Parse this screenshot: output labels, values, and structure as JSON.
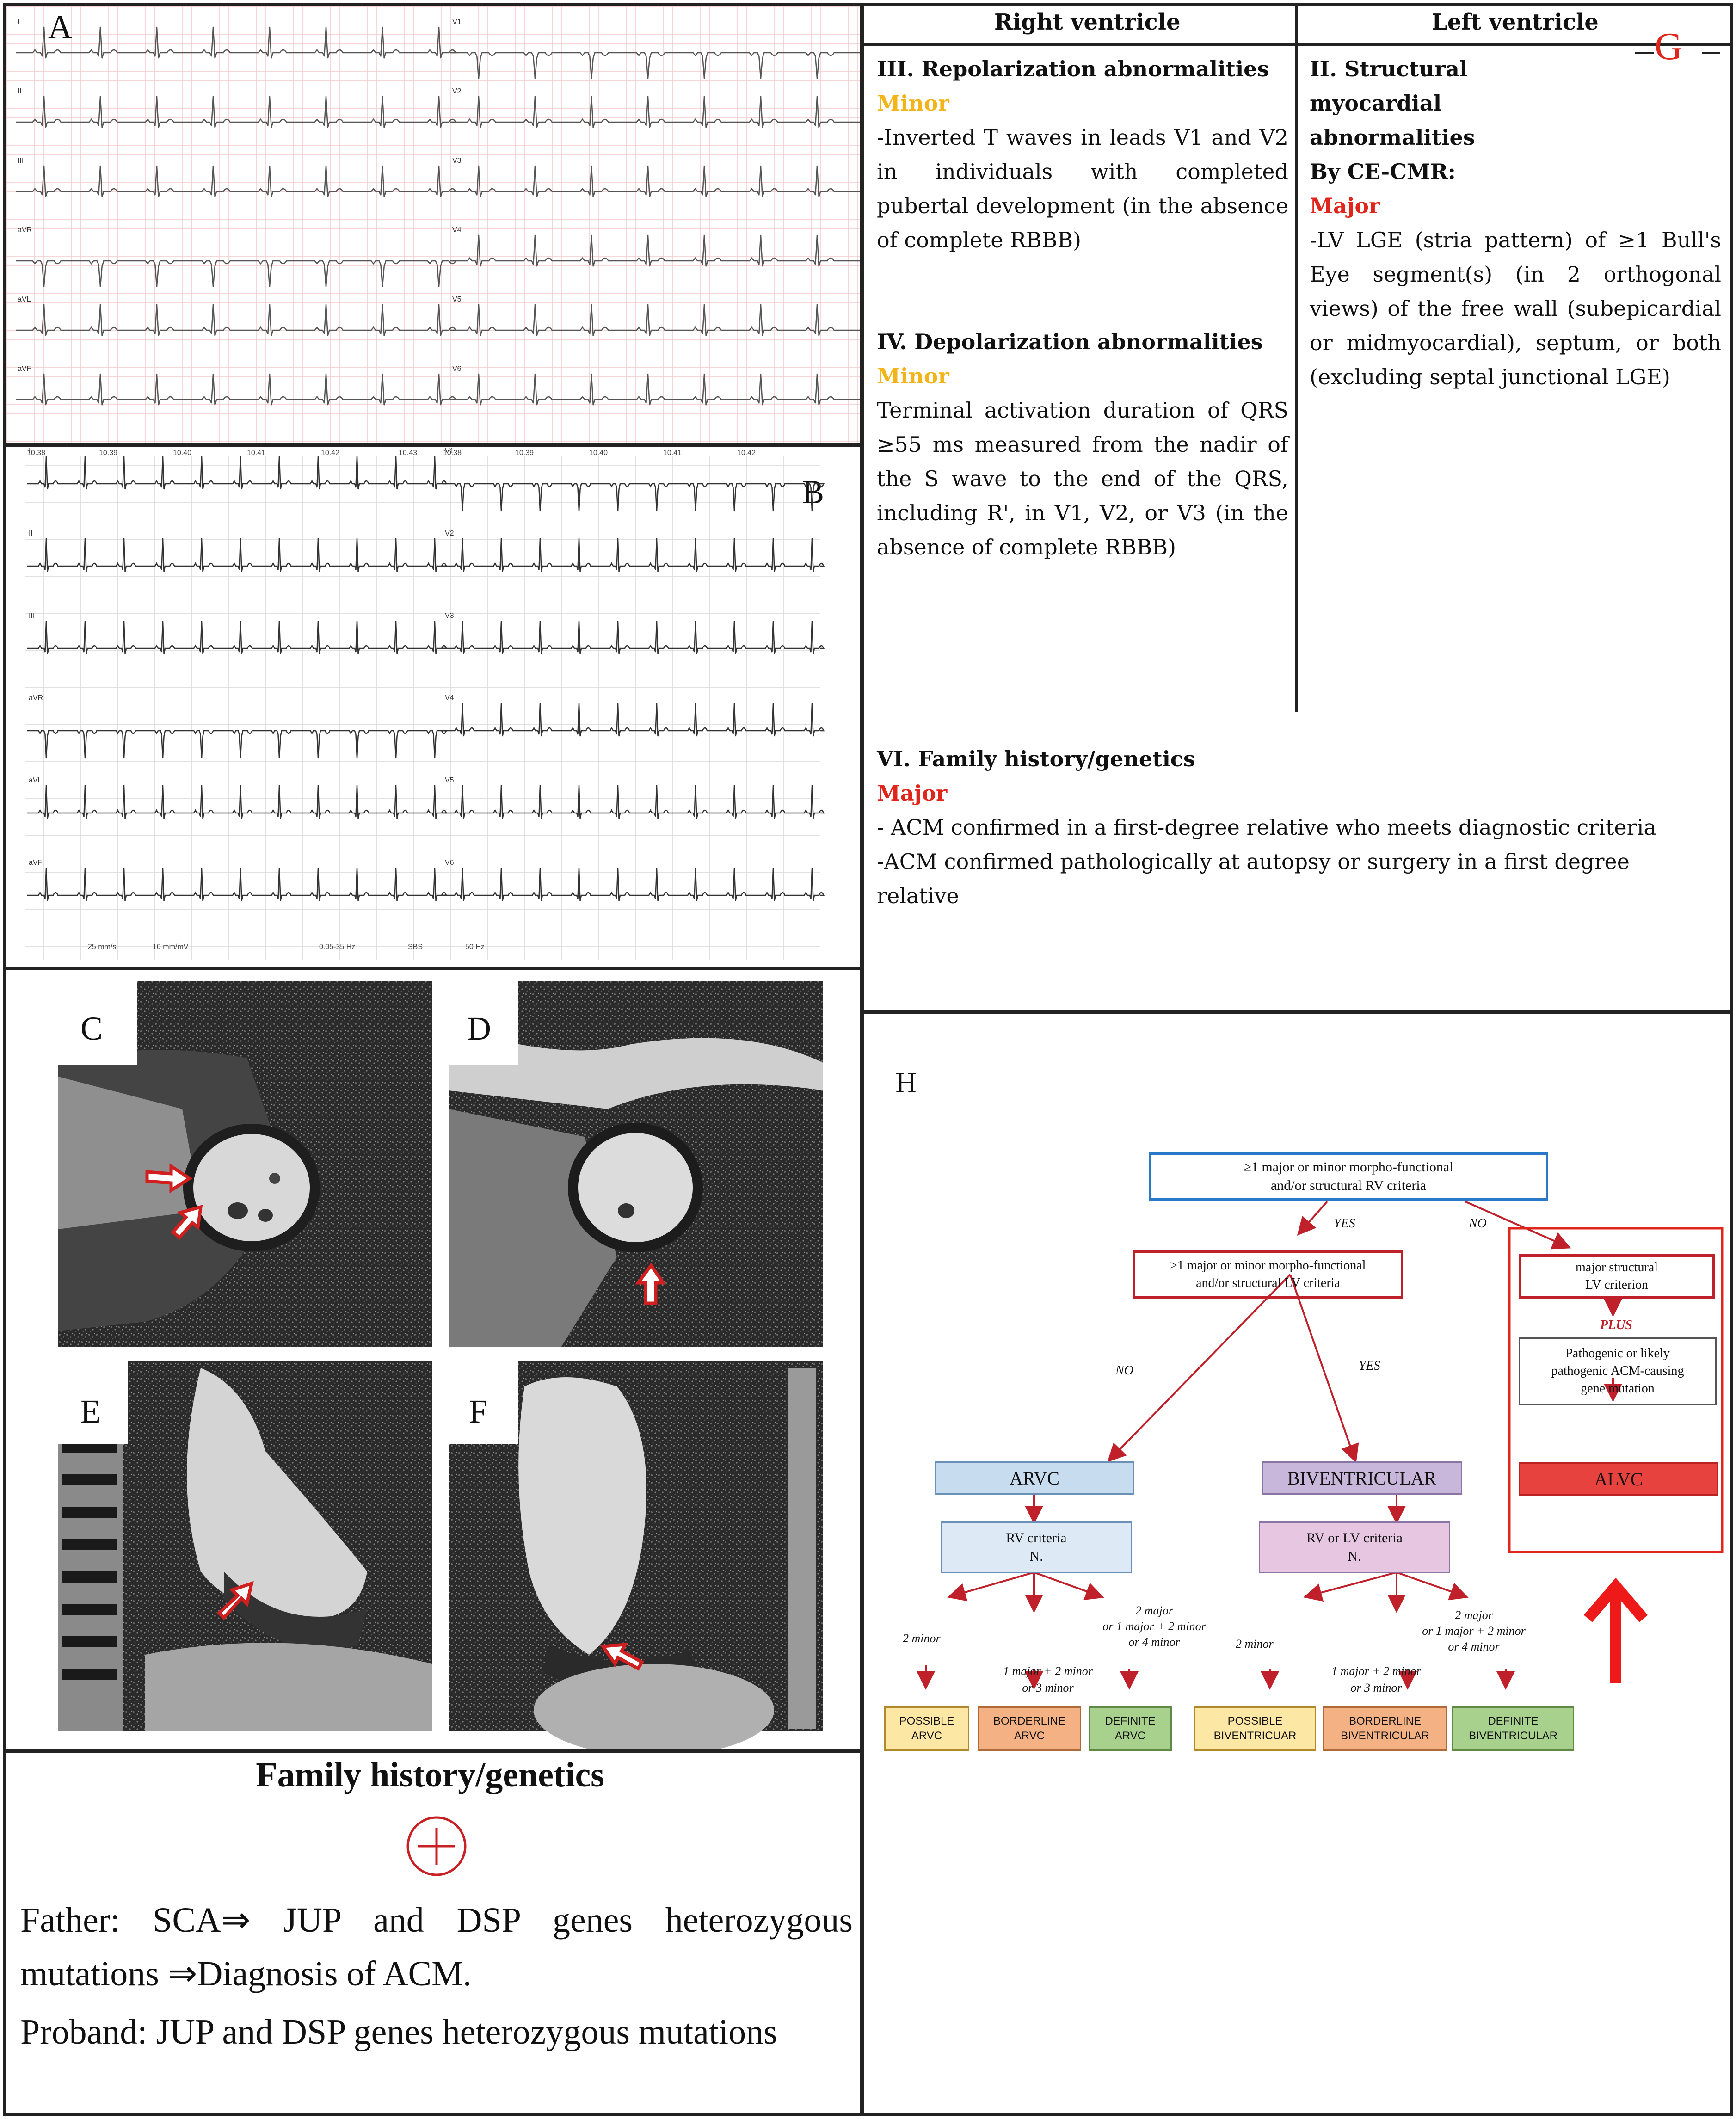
{
  "panels": {
    "a_label": "A",
    "b_label": "B",
    "c_label": "C",
    "d_label": "D",
    "e_label": "E",
    "f_label": "F",
    "g_label": "G",
    "h_label": "H"
  },
  "ecg_a": {
    "left_leads": [
      "I",
      "II",
      "III",
      "aVR",
      "aVL",
      "aVF"
    ],
    "right_leads": [
      "V1",
      "V2",
      "V3",
      "V4",
      "V5",
      "V6"
    ]
  },
  "ecg_b": {
    "times": [
      "10.38",
      "10.39",
      "10.40",
      "10.41",
      "10.42",
      "10.43"
    ],
    "left_leads": [
      "I",
      "II",
      "III",
      "aVR",
      "aVL",
      "aVF"
    ],
    "right_leads": [
      "V1",
      "V2",
      "V3",
      "V4",
      "V5",
      "V6"
    ],
    "footer": {
      "speed": "25 mm/s",
      "gain": "10 mm/mV",
      "filter": "0.05-35 Hz",
      "sbs": "SBS",
      "hz": "50 Hz"
    }
  },
  "criteria": {
    "rv_header": "Right ventricle",
    "lv_header": "Left ventricle",
    "rv": {
      "repol_title": "III. Repolarization abnormalities",
      "repol_level": "Minor",
      "repol_text": "-Inverted T waves in leads V1 and V2 in individuals with completed pubertal development (in the absence of complete RBBB)",
      "depol_title": "IV. Depolarization abnormalities",
      "depol_level": "Minor",
      "depol_text": "Terminal activation duration of QRS ≥55 ms measured from the nadir of the S wave to the end of the QRS, including R', in V1, V2, or V3 (in the absence of complete RBBB)"
    },
    "lv": {
      "title": "II. Structural myocardial abnormalities",
      "method": "By CE-CMR:",
      "level": "Major",
      "text": "-LV LGE (stria pattern) of ≥1 Bull's Eye segment(s) (in 2 orthogonal views) of the free wall (subepicardial or midmyocardial), septum, or both (excluding septal junctional LGE)"
    },
    "family": {
      "title": "VI. Family history/genetics",
      "level": "Major",
      "item1": "- ACM confirmed in a first-degree relative who meets diagnostic criteria",
      "item2": "-ACM confirmed pathologically at autopsy or surgery in a first degree relative"
    }
  },
  "family_panel": {
    "title": "Family history/genetics",
    "plus": "+",
    "father": "Father: SCA⇒ JUP and DSP genes heterozygous mutations ⇒Diagnosis of ACM.",
    "proband": "Proband: JUP and DSP genes heterozygous mutations"
  },
  "flowchart": {
    "top_line1": "≥1 major or minor morpho-functional",
    "top_line2": "and/or structural RV criteria",
    "yes": "YES",
    "no": "NO",
    "lv_line1": "≥1 major or minor morpho-functional",
    "lv_line2": "and/or structural  LV criteria",
    "major_line1": "major structural",
    "major_line2": "LV criterion",
    "plus": "PLUS",
    "gene_line1": "Pathogenic or likely",
    "gene_line2": "pathogenic ACM-causing",
    "gene_line3": "gene mutation",
    "alvc": "ALVC",
    "arvc": "ARVC",
    "biv": "BIVENTRICULAR",
    "rv_crit_1": "RV criteria",
    "rv_crit_2": "N.",
    "rvlv_crit_1": "RV or LV criteria",
    "rvlv_crit_2": "N.",
    "two_minor": "2 minor",
    "mid_1": "1 major + 2 minor",
    "mid_2": "or 3 minor",
    "right_1": "2 major",
    "right_2": "or 1 major + 2 minor",
    "right_3": "or 4 minor",
    "possible_arvc_1": "POSSIBLE",
    "possible_arvc_2": "ARVC",
    "borderline_arvc_1": "BORDERLINE",
    "borderline_arvc_2": "ARVC",
    "definite_arvc_1": "DEFINITE",
    "definite_arvc_2": "ARVC",
    "possible_biv_1": "POSSIBLE",
    "possible_biv_2": "BIVENTRICUAR",
    "borderline_biv_1": "BORDERLINE",
    "borderline_biv_2": "BIVENTRICULAR",
    "definite_biv_1": "DEFINITE",
    "definite_biv_2": "BIVENTRICULAR"
  },
  "colors": {
    "red": "#e0261c",
    "dark_red": "#c0202a",
    "blue_border": "#2a78c8",
    "arvc_fill": "#c7dcef",
    "rv_crit_fill": "#dde9f5",
    "biv_fill": "#c9b6db",
    "rvlv_fill": "#e7c6e2",
    "alvc_fill": "#e8423f",
    "possible_fill": "#fde7a4",
    "borderline_fill": "#f4b183",
    "definite_fill": "#a9d18e"
  }
}
